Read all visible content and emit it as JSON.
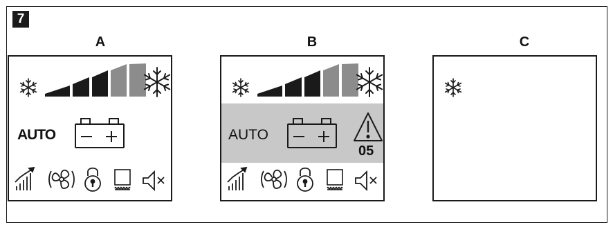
{
  "figure_number": "7",
  "panels": [
    {
      "letter": "A",
      "mode_label": "AUTO",
      "error_code": ""
    },
    {
      "letter": "B",
      "mode_label": "AUTO",
      "error_code": "05"
    },
    {
      "letter": "C",
      "mode_label": "",
      "error_code": ""
    }
  ],
  "icons": {
    "small": "snowflake-small-icon",
    "large": "snowflake-large-icon",
    "power": "power-bars-icon",
    "battery": "battery-icon",
    "warning": "warning-triangle-icon",
    "trend": "trend-chart-icon",
    "fan": "fan-icon",
    "lock": "padlock-icon",
    "heater": "heater-icon",
    "mute": "speaker-mute-icon"
  },
  "colors": {
    "line": "#1a1a1a",
    "gray_bar": "#8c8c8c",
    "highlight": "#c8c8c8"
  }
}
